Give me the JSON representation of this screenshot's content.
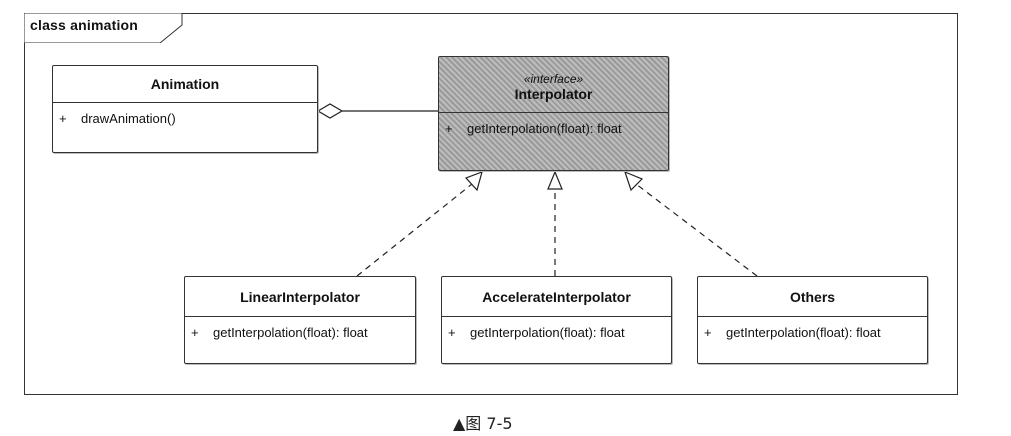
{
  "frame": {
    "label": "class animation"
  },
  "classes": {
    "animation": {
      "name": "Animation",
      "members": [
        {
          "visibility": "+",
          "text": "drawAnimation()"
        }
      ]
    },
    "interpolator": {
      "stereotype": "«interface»",
      "name": "Interpolator",
      "members": [
        {
          "visibility": "+",
          "text": "getInterpolation(float): float"
        }
      ]
    },
    "linear": {
      "name": "LinearInterpolator",
      "members": [
        {
          "visibility": "+",
          "text": "getInterpolation(float): float"
        }
      ]
    },
    "accelerate": {
      "name": "AccelerateInterpolator",
      "members": [
        {
          "visibility": "+",
          "text": "getInterpolation(float): float"
        }
      ]
    },
    "others": {
      "name": "Others",
      "members": [
        {
          "visibility": "+",
          "text": "getInterpolation(float): float"
        }
      ]
    }
  },
  "relations": [
    {
      "type": "aggregation",
      "from": "Animation",
      "to": "Interpolator"
    },
    {
      "type": "realization",
      "from": "LinearInterpolator",
      "to": "Interpolator"
    },
    {
      "type": "realization",
      "from": "AccelerateInterpolator",
      "to": "Interpolator"
    },
    {
      "type": "realization",
      "from": "Others",
      "to": "Interpolator"
    }
  ],
  "caption": "▲图 7-5"
}
